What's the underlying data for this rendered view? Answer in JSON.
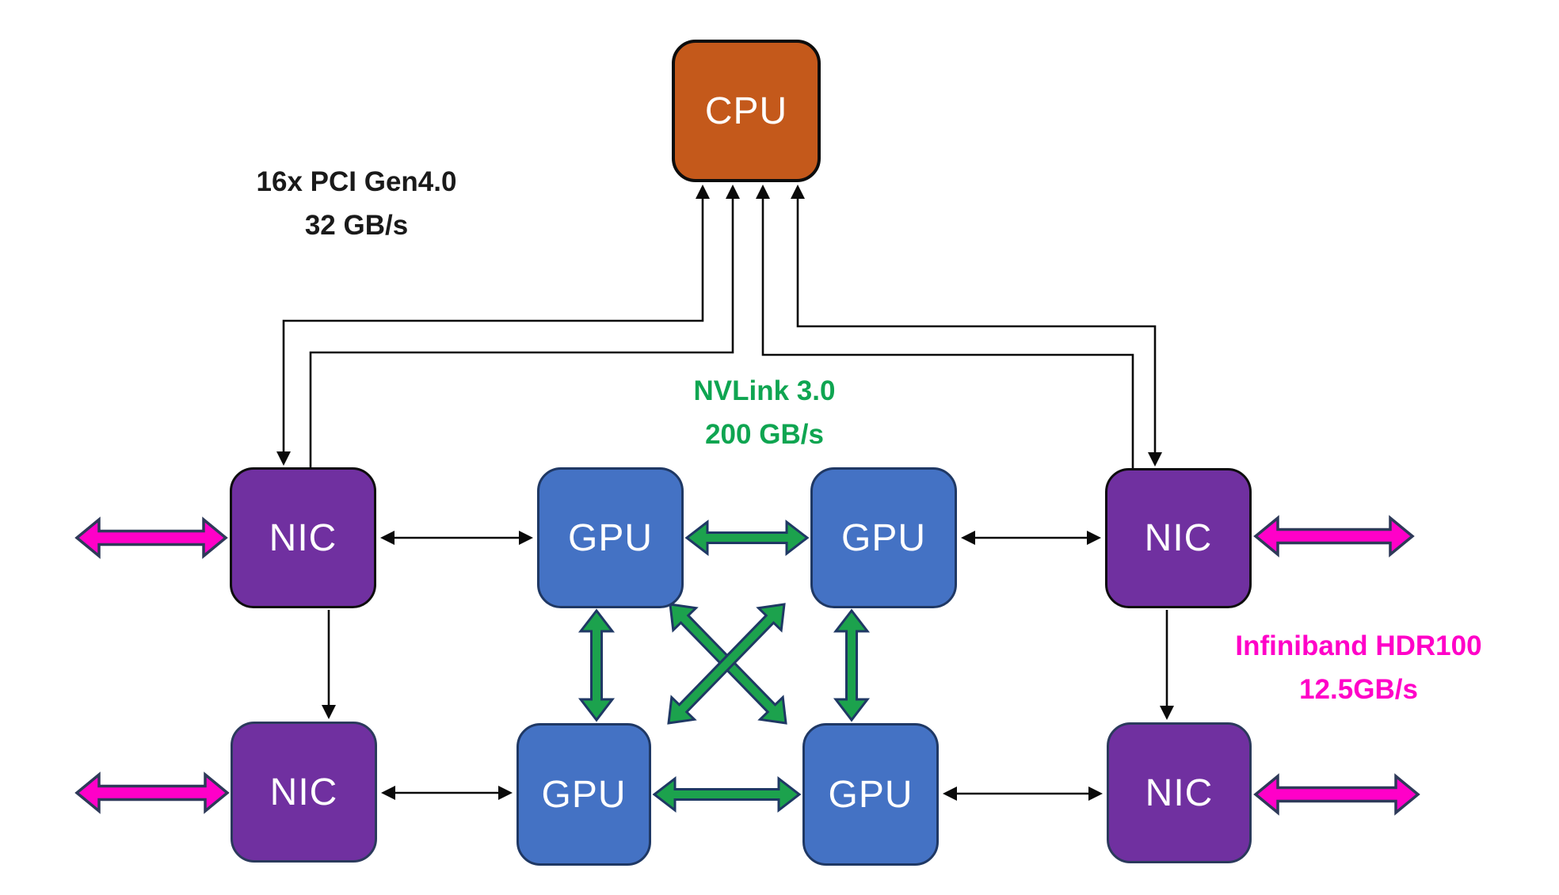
{
  "nodes": {
    "cpu": {
      "label": "CPU"
    },
    "nic_top_left": {
      "label": "NIC"
    },
    "nic_top_right": {
      "label": "NIC"
    },
    "nic_bottom_left": {
      "label": "NIC"
    },
    "nic_bottom_right": {
      "label": "NIC"
    },
    "gpu_top_left": {
      "label": "GPU"
    },
    "gpu_top_right": {
      "label": "GPU"
    },
    "gpu_bottom_left": {
      "label": "GPU"
    },
    "gpu_bottom_right": {
      "label": "GPU"
    }
  },
  "labels": {
    "pci": {
      "line1": "16x PCI Gen4.0",
      "line2": "32 GB/s"
    },
    "nvlink": {
      "line1": "NVLink 3.0",
      "line2": "200 GB/s"
    },
    "infiniband": {
      "line1": "Infiniband HDR100",
      "line2": "12.5GB/s"
    }
  },
  "links": [
    {
      "type": "pcie",
      "from": "cpu",
      "to": "nic_top_left",
      "lanes": 2
    },
    {
      "type": "pcie",
      "from": "cpu",
      "to": "nic_top_right",
      "lanes": 2
    },
    {
      "type": "pcie",
      "from": "nic_top_left",
      "to": "nic_bottom_left"
    },
    {
      "type": "pcie",
      "from": "nic_top_right",
      "to": "nic_bottom_right"
    },
    {
      "type": "nic-gpu",
      "from": "nic_top_left",
      "to": "gpu_top_left"
    },
    {
      "type": "nic-gpu",
      "from": "gpu_top_right",
      "to": "nic_top_right"
    },
    {
      "type": "nic-gpu",
      "from": "nic_bottom_left",
      "to": "gpu_bottom_left"
    },
    {
      "type": "nic-gpu",
      "from": "gpu_bottom_right",
      "to": "nic_bottom_right"
    },
    {
      "type": "nvlink",
      "from": "gpu_top_left",
      "to": "gpu_top_right"
    },
    {
      "type": "nvlink",
      "from": "gpu_bottom_left",
      "to": "gpu_bottom_right"
    },
    {
      "type": "nvlink",
      "from": "gpu_top_left",
      "to": "gpu_bottom_left"
    },
    {
      "type": "nvlink",
      "from": "gpu_top_right",
      "to": "gpu_bottom_right"
    },
    {
      "type": "nvlink",
      "from": "gpu_top_left",
      "to": "gpu_bottom_right"
    },
    {
      "type": "nvlink",
      "from": "gpu_top_right",
      "to": "gpu_bottom_left"
    },
    {
      "type": "infiniband",
      "from": "nic_top_left",
      "to": "external"
    },
    {
      "type": "infiniband",
      "from": "nic_bottom_left",
      "to": "external"
    },
    {
      "type": "infiniband",
      "from": "nic_top_right",
      "to": "external"
    },
    {
      "type": "infiniband",
      "from": "nic_bottom_right",
      "to": "external"
    }
  ],
  "colors": {
    "background": "#FFFFFF",
    "cpu_fill": "#C4591B",
    "cpu_border": "#0D0D0D",
    "nic_fill": "#7030A0",
    "nic_border_dark": "#0D0D0D",
    "nic_border_navy": "#2B3A5C",
    "gpu_fill": "#4472C4",
    "gpu_border": "#1F3864",
    "nvlink_green": "#1CA24D",
    "nvlink_outline": "#1F3864",
    "infiniband_magenta": "#FF00C8",
    "infiniband_outline": "#2E3A59",
    "pci_black": "#0A0A0A",
    "label_black": "#1A1A1A",
    "label_green": "#0FA551",
    "label_magenta": "#FF00C8"
  }
}
